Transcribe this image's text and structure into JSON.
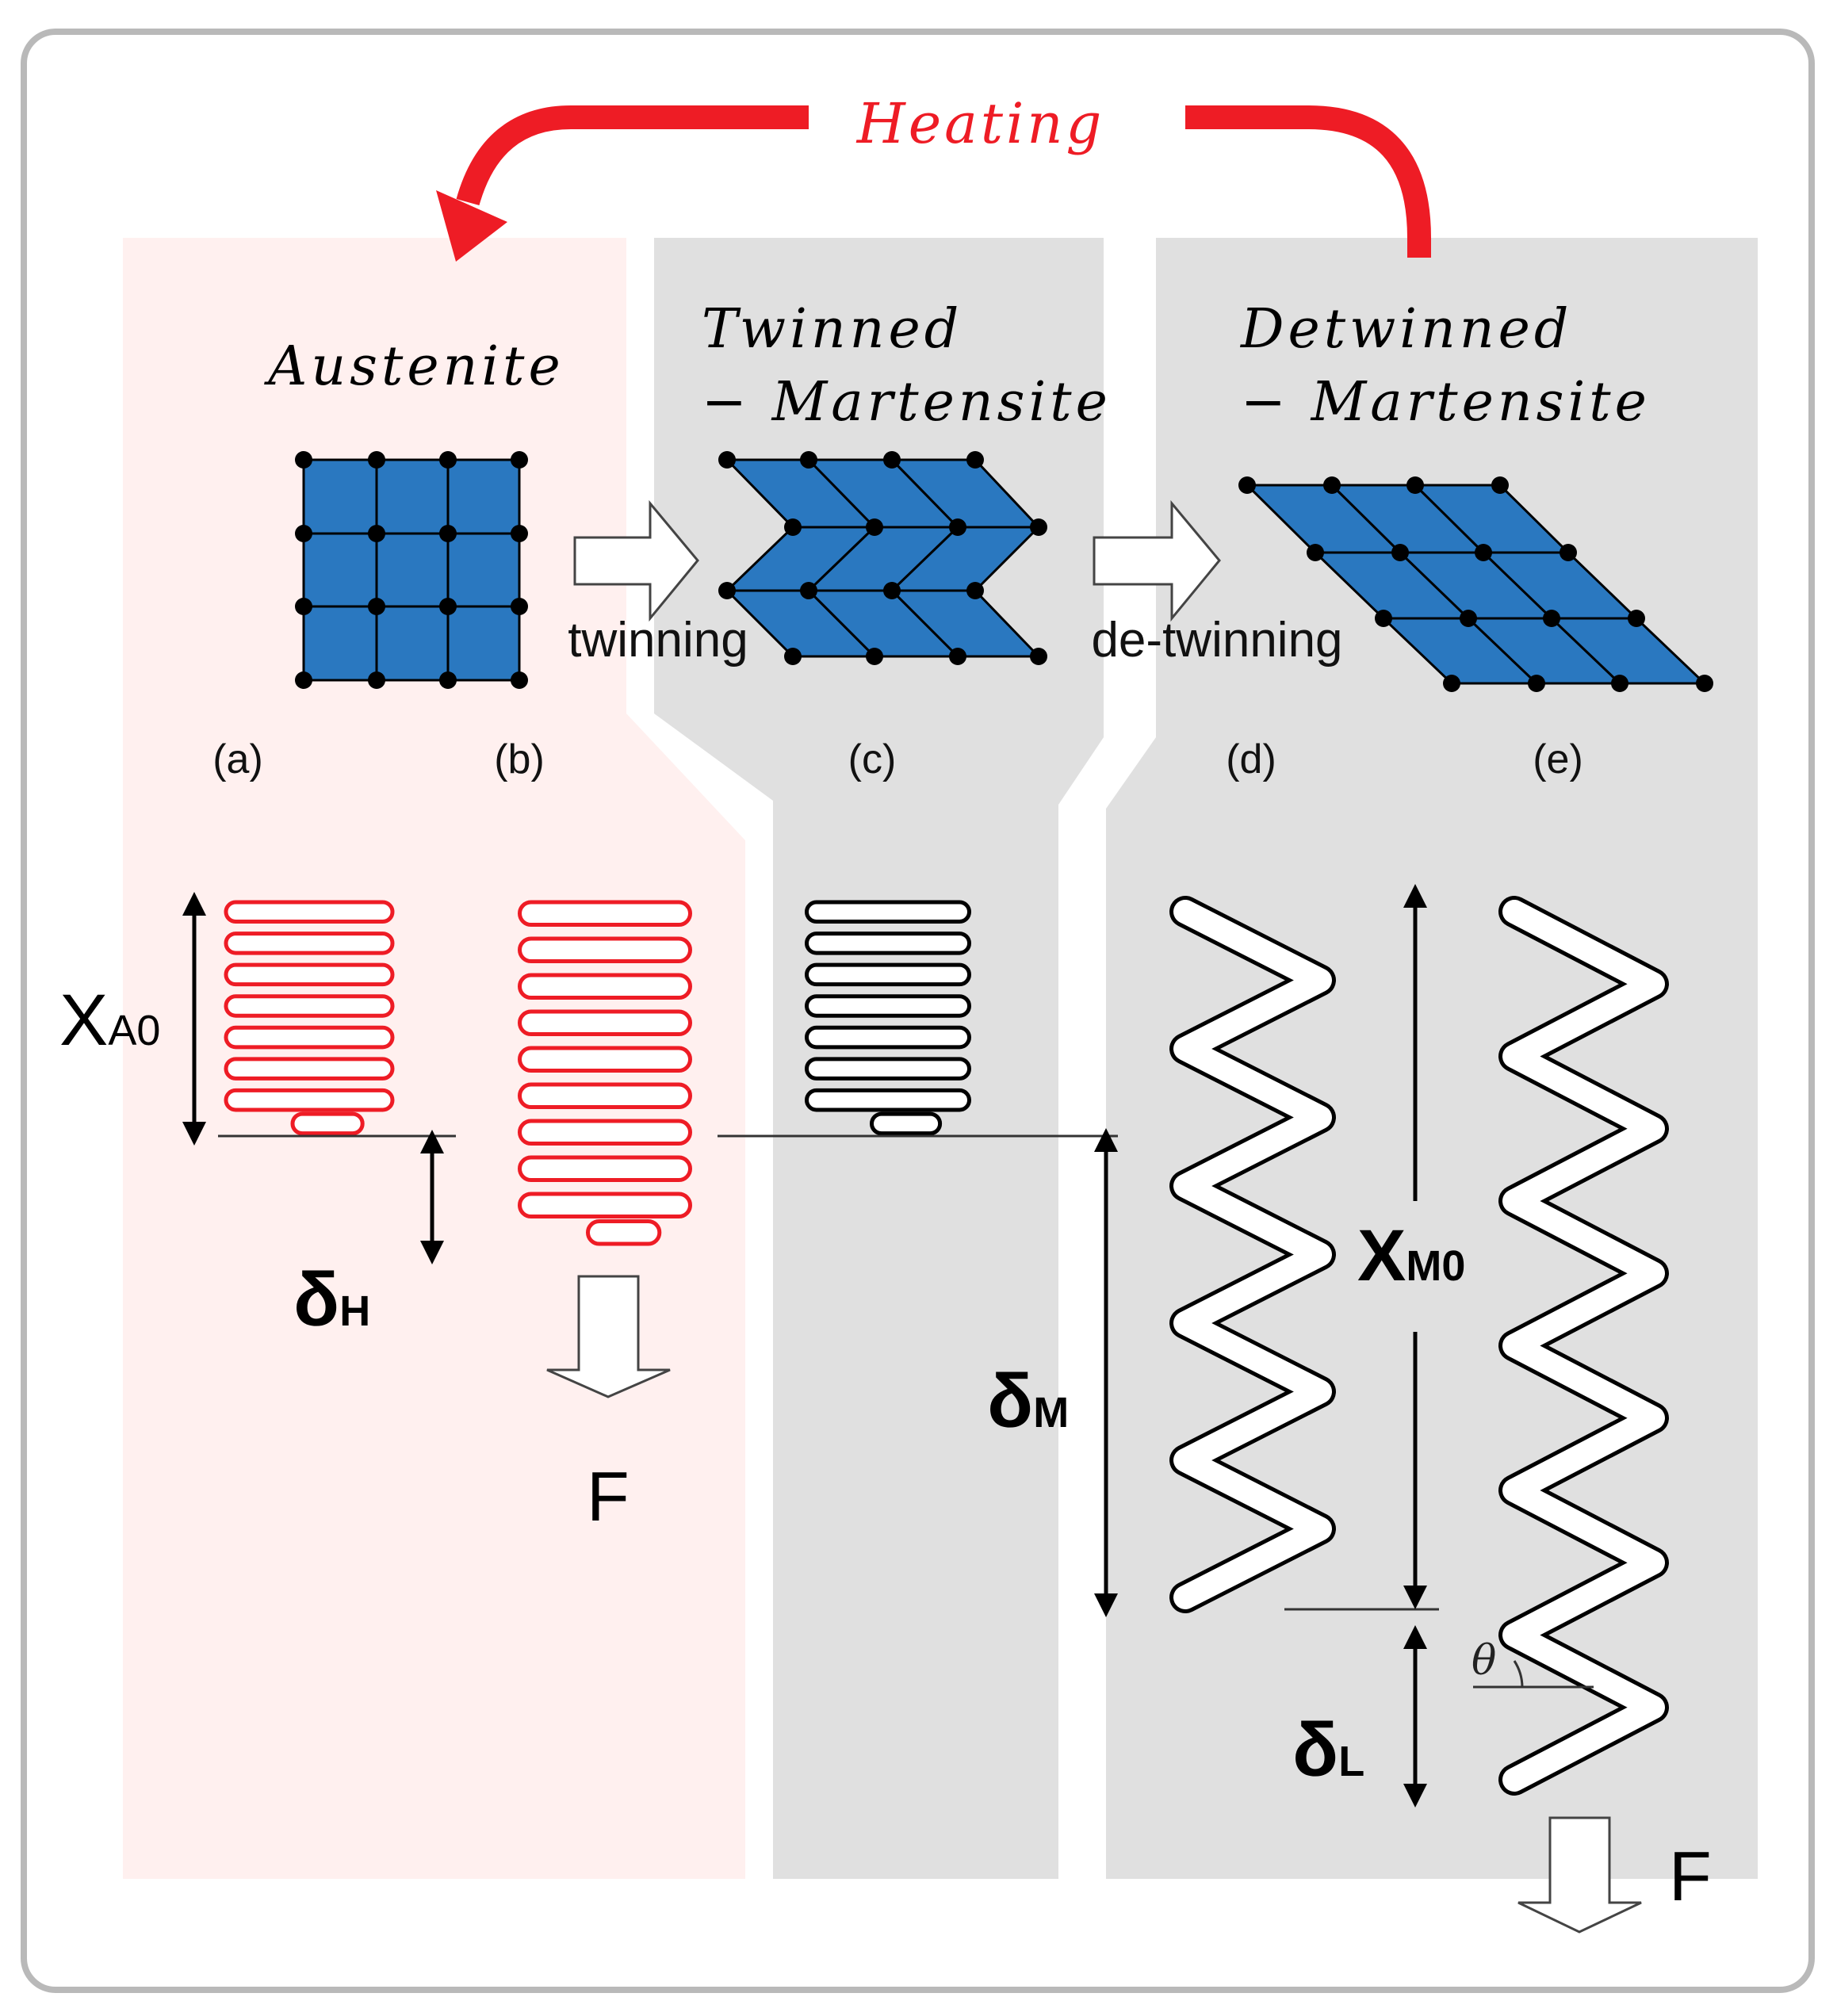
{
  "cycle": {
    "label": "Heating",
    "color": "#ee1c25"
  },
  "phases": {
    "austenite": {
      "title": "Austenite",
      "bg": "#fff0ef"
    },
    "twinned": {
      "title_line1": "Twinned",
      "title_line2": "− Martensite",
      "bg": "#e0e0e0"
    },
    "detwinned": {
      "title_line1": "Detwinned",
      "title_line2": "− Martensite",
      "bg": "#e0e0e0"
    }
  },
  "transitions": {
    "twinning": "twinning",
    "detwinning": "de-twinning"
  },
  "panel_labels": [
    "(a)",
    "(b)",
    "(c)",
    "(d)",
    "(e)"
  ],
  "quantities": {
    "xA0": {
      "main": "X",
      "sub": "A0"
    },
    "deltaH": {
      "main": "δ",
      "sub": "H"
    },
    "deltaM": {
      "main": "δ",
      "sub": "M"
    },
    "xM0": {
      "main": "X",
      "sub": "M0"
    },
    "deltaL": {
      "main": "δ",
      "sub": "L"
    },
    "theta": "θ",
    "force": "F"
  },
  "colors": {
    "lattice_fill": "#2a78c0",
    "lattice_node": "#000000",
    "spring_austenite": "#ee1c25",
    "spring_martensite": "#000000"
  }
}
